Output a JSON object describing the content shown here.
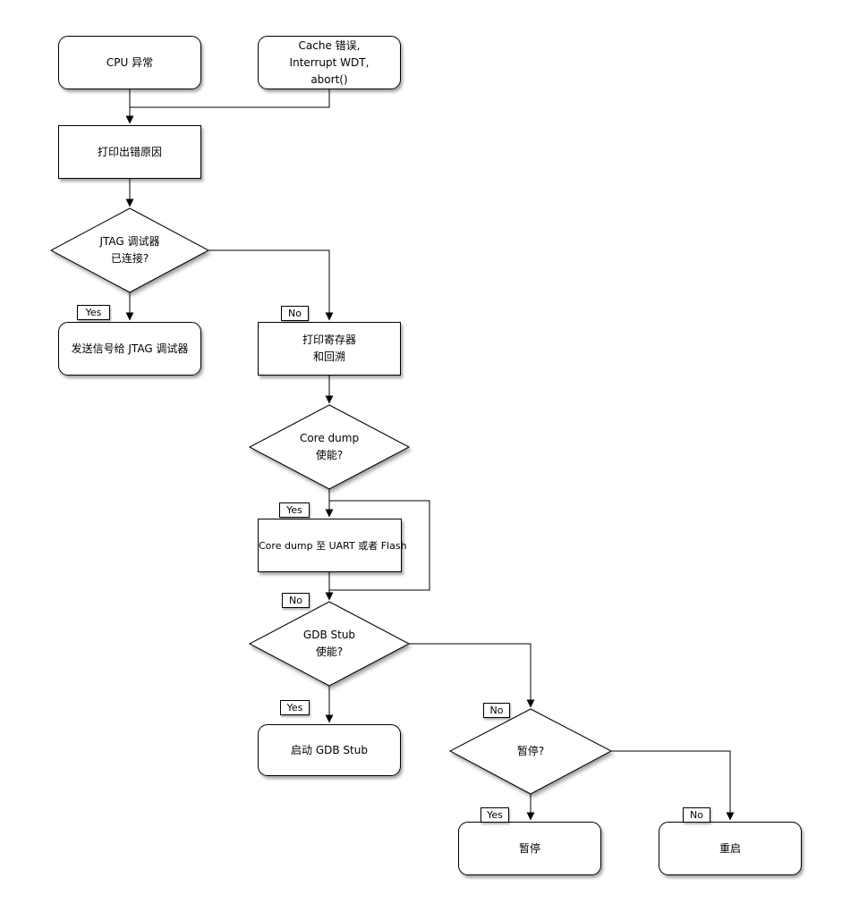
{
  "diagram": {
    "background_color": "#ffffff",
    "stroke_color": "#000000",
    "node_fill_color": "#ffffff",
    "nodes": {
      "cpu_exception": {
        "label": "CPU 异常",
        "shape": "rounded"
      },
      "cache_error": {
        "label": "Cache 错误,\nInterrupt WDT,\nabort()",
        "shape": "rounded"
      },
      "print_error_cause": {
        "label": "打印出错原因",
        "shape": "rect"
      },
      "jtag_connected": {
        "label": "JTAG 调试器\n已连接?",
        "shape": "diamond"
      },
      "send_signal_to_jtag": {
        "label": "发送信号给 JTAG 调试器",
        "shape": "rounded"
      },
      "print_registers_backtrace": {
        "label": "打印寄存器\n和回溯",
        "shape": "rect"
      },
      "core_dump_enabled": {
        "label": "Core dump\n使能?",
        "shape": "diamond"
      },
      "core_dump_to_uart_flash": {
        "label": "Core dump 至 UART 或者 Flash",
        "shape": "rect"
      },
      "gdb_stub_enabled": {
        "label": "GDB Stub\n使能?",
        "shape": "diamond"
      },
      "start_gdb_stub": {
        "label": "启动 GDB Stub",
        "shape": "rounded"
      },
      "halt_decision": {
        "label": "暂停?",
        "shape": "diamond"
      },
      "halt": {
        "label": "暂停",
        "shape": "rounded"
      },
      "reboot": {
        "label": "重启",
        "shape": "rounded"
      }
    },
    "edge_labels": {
      "jtag_yes": "Yes",
      "jtag_no": "No",
      "core_dump_yes": "Yes",
      "core_dump_no": "No",
      "gdb_yes": "Yes",
      "gdb_no": "No",
      "halt_yes": "Yes",
      "halt_no": "No"
    }
  }
}
